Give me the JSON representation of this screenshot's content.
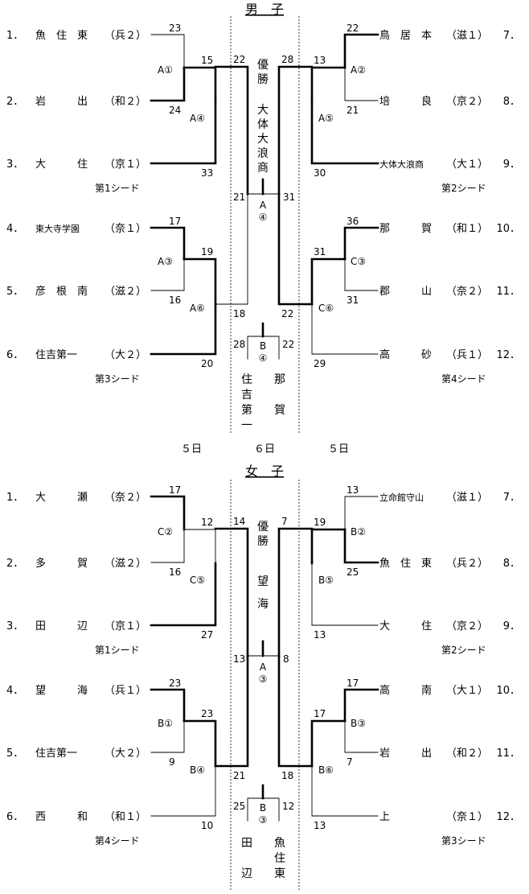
{
  "sections": [
    {
      "title": "男　子",
      "left_teams": [
        {
          "num": "1．",
          "name": "魚　住　東",
          "pref": "（兵２）"
        },
        {
          "num": "2．",
          "name": "岩　　　出",
          "pref": "（和２）"
        },
        {
          "num": "3．",
          "name": "大　　　住",
          "pref": "（京１）"
        },
        {
          "num": "4．",
          "name": "東大寺学園",
          "pref": "（奈１）"
        },
        {
          "num": "5．",
          "name": "彦　根　南",
          "pref": "（滋２）"
        },
        {
          "num": "6．",
          "name": "住吉第一",
          "pref": "（大２）"
        }
      ],
      "right_teams": [
        {
          "num": "7．",
          "name": "鳥　居　本",
          "pref": "（滋１）"
        },
        {
          "num": "8．",
          "name": "培　　　良",
          "pref": "（京２）"
        },
        {
          "num": "9．",
          "name": "大体大浪商",
          "pref": "（大１）"
        },
        {
          "num": "10．",
          "name": "那　　　賀",
          "pref": "（和１）"
        },
        {
          "num": "11．",
          "name": "郡　　　山",
          "pref": "（奈２）"
        },
        {
          "num": "12．",
          "name": "高　　　砂",
          "pref": "（兵１）"
        }
      ],
      "seeds": [
        "第1シード",
        "第2シード",
        "第3シード",
        "第4シード"
      ],
      "scores": {
        "l1": "23",
        "l2": "24",
        "l3": "15",
        "l4": "33",
        "l5": "17",
        "l6": "16",
        "l7": "19",
        "l8": "20",
        "lsf1": "22",
        "lsf2": "18",
        "r1": "22",
        "r2": "21",
        "r3": "13",
        "r4": "30",
        "r5": "36",
        "r6": "31",
        "r7": "31",
        "r8": "29",
        "rsf1": "28",
        "rsf2": "22",
        "final_l": "21",
        "final_r": "31",
        "third_l": "28",
        "third_r": "22"
      },
      "match_codes": {
        "m1": "A①",
        "m2": "A④",
        "m3": "A②",
        "m4": "A⑤",
        "m5": "A③",
        "m6": "A⑥",
        "m7": "C③",
        "m8": "C⑥",
        "final": "A④",
        "third": "B④"
      },
      "winner_label": "優勝",
      "winner": "大体大浪商",
      "third_teams": [
        "住吉第一",
        "那賀"
      ]
    },
    {
      "title": "女　子",
      "left_teams": [
        {
          "num": "1．",
          "name": "大　　　瀬",
          "pref": "（奈２）"
        },
        {
          "num": "2．",
          "name": "多　　　賀",
          "pref": "（滋２）"
        },
        {
          "num": "3．",
          "name": "田　　　辺",
          "pref": "（京１）"
        },
        {
          "num": "4．",
          "name": "望　　　海",
          "pref": "（兵１）"
        },
        {
          "num": "5．",
          "name": "住吉第一",
          "pref": "（大２）"
        },
        {
          "num": "6．",
          "name": "西　　　和",
          "pref": "（和１）"
        }
      ],
      "right_teams": [
        {
          "num": "7．",
          "name": "立命館守山",
          "pref": "（滋１）"
        },
        {
          "num": "8．",
          "name": "魚　住　東",
          "pref": "（兵２）"
        },
        {
          "num": "9．",
          "name": "大　　　住",
          "pref": "（京２）"
        },
        {
          "num": "10．",
          "name": "高　　　南",
          "pref": "（大１）"
        },
        {
          "num": "11．",
          "name": "岩　　　出",
          "pref": "（和２）"
        },
        {
          "num": "12．",
          "name": "上",
          "pref": "（奈１）"
        }
      ],
      "seeds": [
        "第1シード",
        "第2シード",
        "第4シード",
        "第3シード"
      ],
      "scores": {
        "l1": "17",
        "l2": "16",
        "l3": "12",
        "l4": "27",
        "l5": "23",
        "l6": "9",
        "l7": "23",
        "l8": "10",
        "lsf1": "14",
        "lsf2": "21",
        "r1": "13",
        "r2": "25",
        "r3": "19",
        "r4": "13",
        "r5": "17",
        "r6": "7",
        "r7": "17",
        "r8": "13",
        "rsf1": "7",
        "rsf2": "18",
        "final_l": "13",
        "final_r": "8",
        "third_l": "25",
        "third_r": "12"
      },
      "match_codes": {
        "m1": "C②",
        "m2": "C⑤",
        "m3": "B②",
        "m4": "B⑤",
        "m5": "B①",
        "m6": "B④",
        "m7": "B③",
        "m8": "B⑥",
        "final": "A③",
        "third": "B③"
      },
      "winner_label": "優勝",
      "winner": "望海",
      "third_teams": [
        "田辺",
        "魚住東"
      ]
    }
  ],
  "days": [
    "５日",
    "６日",
    "５日"
  ]
}
